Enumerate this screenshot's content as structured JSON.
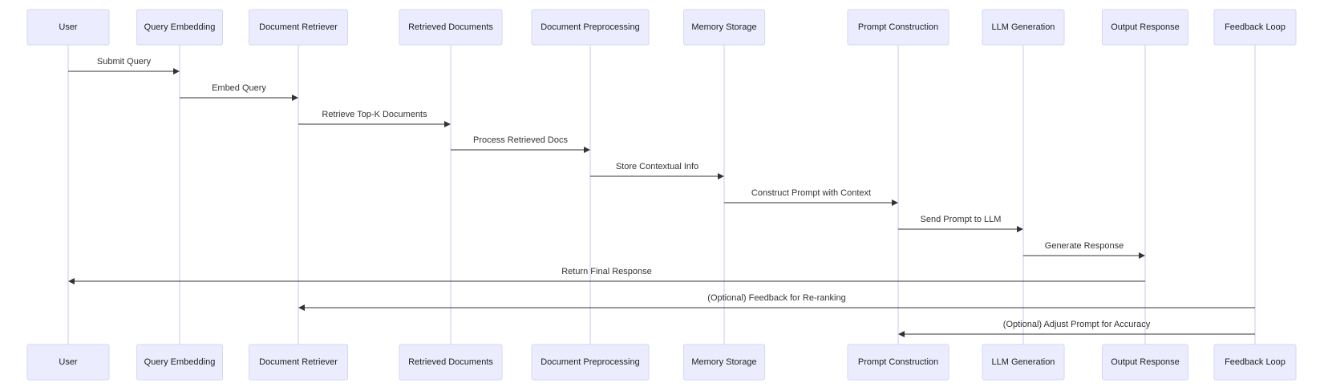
{
  "actors": [
    {
      "id": "user",
      "label": "User"
    },
    {
      "id": "query-embedding",
      "label": "Query Embedding"
    },
    {
      "id": "document-retriever",
      "label": "Document Retriever"
    },
    {
      "id": "retrieved-documents",
      "label": "Retrieved Documents"
    },
    {
      "id": "document-preprocessing",
      "label": "Document Preprocessing"
    },
    {
      "id": "memory-storage",
      "label": "Memory Storage"
    },
    {
      "id": "prompt-construction",
      "label": "Prompt Construction"
    },
    {
      "id": "llm-generation",
      "label": "LLM Generation"
    },
    {
      "id": "output-response",
      "label": "Output Response"
    },
    {
      "id": "feedback-loop",
      "label": "Feedback Loop"
    }
  ],
  "messages": [
    {
      "from": "user",
      "to": "query-embedding",
      "label": "Submit Query"
    },
    {
      "from": "query-embedding",
      "to": "document-retriever",
      "label": "Embed Query"
    },
    {
      "from": "document-retriever",
      "to": "retrieved-documents",
      "label": "Retrieve Top-K Documents"
    },
    {
      "from": "retrieved-documents",
      "to": "document-preprocessing",
      "label": "Process Retrieved Docs"
    },
    {
      "from": "document-preprocessing",
      "to": "memory-storage",
      "label": "Store Contextual Info"
    },
    {
      "from": "memory-storage",
      "to": "prompt-construction",
      "label": "Construct Prompt with Context"
    },
    {
      "from": "prompt-construction",
      "to": "llm-generation",
      "label": "Send Prompt to LLM"
    },
    {
      "from": "llm-generation",
      "to": "output-response",
      "label": "Generate Response"
    },
    {
      "from": "output-response",
      "to": "user",
      "label": "Return Final Response"
    },
    {
      "from": "feedback-loop",
      "to": "document-retriever",
      "label": "(Optional) Feedback for Re-ranking"
    },
    {
      "from": "feedback-loop",
      "to": "prompt-construction",
      "label": "(Optional) Adjust Prompt for Accuracy"
    }
  ],
  "colors": {
    "actor_fill": "#ececff",
    "actor_border": "#d6d6f5",
    "lifeline": "#c8c8f0",
    "arrow": "#333333",
    "text": "#222222"
  }
}
